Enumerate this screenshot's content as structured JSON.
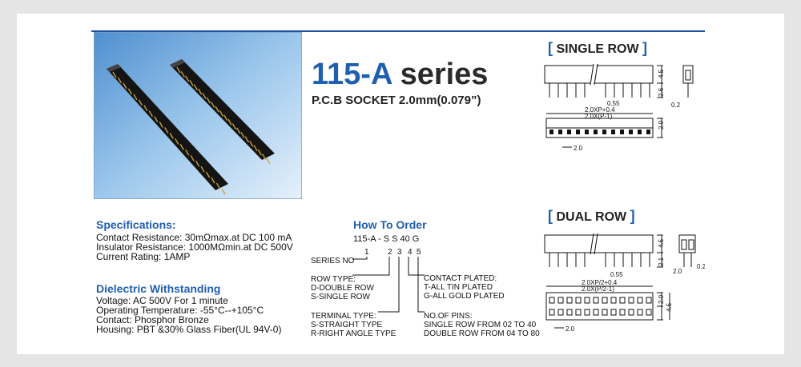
{
  "product": {
    "series_number": "115-A",
    "series_word": "series",
    "subtitle": "P.C.B SOCKET 2.0mm(0.079”)"
  },
  "specifications": {
    "heading": "Specifications:",
    "lines": [
      "Contact Resistance: 30mΩmax.at DC 100 mA",
      "Insulator Resistance: 1000MΩmin.at DC 500V",
      "Current Rating: 1AMP"
    ]
  },
  "dielectric": {
    "heading": "Dielectric Withstanding",
    "lines": [
      "Voltage: AC 500V For 1 minute",
      "Operating Temperature: -55°C--+105°C",
      "Contact: Phosphor Bronze",
      "Housing: PBT &30% Glass Fiber(UL 94V-0)"
    ]
  },
  "how_to_order": {
    "heading": "How To Order",
    "code": "115-A - S S 40 G",
    "position_numbers": [
      "1",
      "2",
      "3",
      "4",
      "5"
    ],
    "series_no": "SERIES NO",
    "row_type": [
      "ROW TYPE:",
      "D-DOUBLE ROW",
      "S-SINGLE ROW"
    ],
    "terminal_type": [
      "TERMINAL TYPE:",
      "S-STRAIGHT TYPE",
      "R-RIGHT ANGLE TYPE"
    ],
    "contact_plated": [
      "CONTACT PLATED:",
      "T-ALL TIN PLATED",
      "G-ALL GOLD PLATED"
    ],
    "no_of_pins": [
      "NO.OF PINS:",
      "SINGLE ROW FROM 02 TO 40",
      "DOUBLE ROW FROM 04 TO 80"
    ]
  },
  "single_row": {
    "label": "SINGLE ROW",
    "dims": {
      "h45": "4.5",
      "h26": "2.6",
      "p055": "0.55",
      "p02": "0.2",
      "len": "2.0XP+0.4",
      "pitchlen": "2.0X(P-1)",
      "w20": "2.0",
      "pitch": "2.0"
    }
  },
  "dual_row": {
    "label": "DUAL ROW",
    "dims": {
      "h45": "4.5",
      "h21": "2.1",
      "p055": "0.55",
      "p20": "2.0",
      "p02": "0.2",
      "len": "2.0XP/2+0.4",
      "pitchlen": "2.0X(P/2-1)",
      "w20": "2.0",
      "w45": "4.5",
      "pitch": "2.0"
    }
  },
  "colors": {
    "accent_blue": "#1f5fb0",
    "photo_sky": "#6fa8dc",
    "housing": "#1a1a1a",
    "pin_gold": "#c9a23a"
  }
}
